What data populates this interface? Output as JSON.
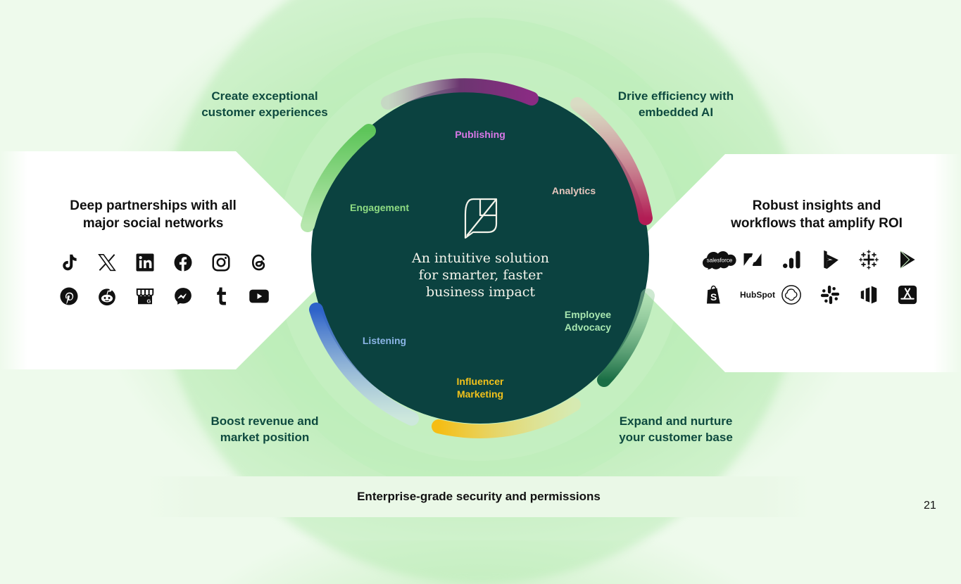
{
  "slide": {
    "page_number": "21",
    "colors": {
      "core": "#0b4240",
      "corner_text": "#0e4a3f",
      "publishing": "#d978e8",
      "analytics": "#e6c6bd",
      "engagement": "#8fdc83",
      "employee_advocacy": "#a8e6b0",
      "listening": "#8bb5e6",
      "influencer_marketing": "#f2c21b"
    }
  },
  "corners": {
    "top_left": [
      "Create exceptional",
      "customer experiences"
    ],
    "top_right": [
      "Drive efficiency with",
      "embedded AI"
    ],
    "bottom_left": [
      "Boost revenue and",
      "market position"
    ],
    "bottom_right": [
      "Expand and nurture",
      "your customer base"
    ]
  },
  "core": {
    "icon": "leaf-speech-bubble-icon",
    "lines": [
      "An intuitive solution",
      "for smarter, faster",
      "business impact"
    ]
  },
  "segments": [
    {
      "id": "publishing",
      "lines": [
        "Publishing"
      ]
    },
    {
      "id": "analytics",
      "lines": [
        "Analytics"
      ]
    },
    {
      "id": "engagement",
      "lines": [
        "Engagement"
      ]
    },
    {
      "id": "employee-advocacy",
      "lines": [
        "Employee",
        "Advocacy"
      ]
    },
    {
      "id": "listening",
      "lines": [
        "Listening"
      ]
    },
    {
      "id": "influencer-marketing",
      "lines": [
        "Influencer",
        "Marketing"
      ]
    }
  ],
  "left_panel": {
    "title": [
      "Deep partnerships with all",
      "major social networks"
    ],
    "icons": [
      "tiktok-icon",
      "x-icon",
      "linkedin-icon",
      "facebook-icon",
      "instagram-icon",
      "threads-icon",
      "pinterest-icon",
      "reddit-icon",
      "google-business-icon",
      "messenger-icon",
      "tumblr-icon",
      "youtube-icon"
    ]
  },
  "right_panel": {
    "title": [
      "Robust insights and",
      "workflows that amplify ROI"
    ],
    "icons": [
      "salesforce-icon",
      "zendesk-icon",
      "google-analytics-icon",
      "dynamics-icon",
      "tableau-icon",
      "google-play-icon",
      "shopify-icon",
      "hubspot-icon",
      "openai-icon",
      "slack-icon",
      "marketo-icon",
      "app-store-icon"
    ],
    "salesforce_text": "salesforce",
    "hubspot_text": "HubSpot"
  },
  "footer": {
    "text": "Enterprise-grade security and permissions"
  }
}
